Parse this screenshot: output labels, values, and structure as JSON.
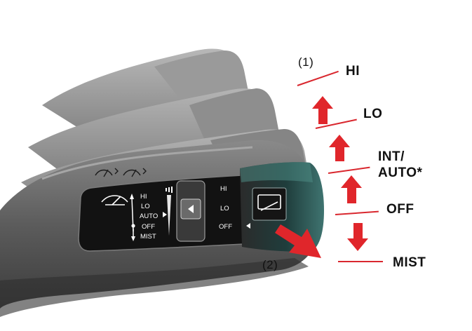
{
  "callouts": {
    "one": "(1)",
    "two": "(2)"
  },
  "positions": {
    "hi": "HI",
    "lo": "LO",
    "int_auto_line1": "INT/",
    "int_auto_line2": "AUTO*",
    "off": "OFF",
    "mist": "MIST"
  },
  "lever_panel": {
    "hi": "HI",
    "lo": "LO",
    "auto": "AUTO",
    "off": "OFF",
    "mist": "MIST",
    "ring_hi": "HI",
    "ring_lo": "LO",
    "ring_off": "OFF"
  },
  "colors": {
    "arrow": "#e0262b",
    "lever_body": "#5a5a5a",
    "knob_tip": "#2f5a58"
  },
  "icons": [
    "front-wiper-icon",
    "rear-washer-icon",
    "slider-arrow-icon",
    "panel-wiper-icon"
  ]
}
